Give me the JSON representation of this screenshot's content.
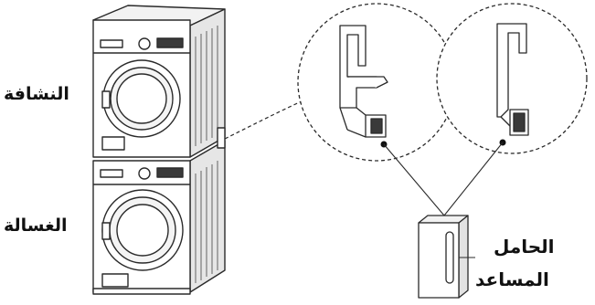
{
  "labels": {
    "dryer": "النشافة",
    "washer": "الغسالة",
    "bracket_line1": "الحامل",
    "bracket_line2": "المساعد"
  },
  "colors": {
    "line": "#2a2a2a",
    "fill": "#ffffff",
    "shade": "#d9d9d9",
    "dark": "#3a3a3a"
  }
}
